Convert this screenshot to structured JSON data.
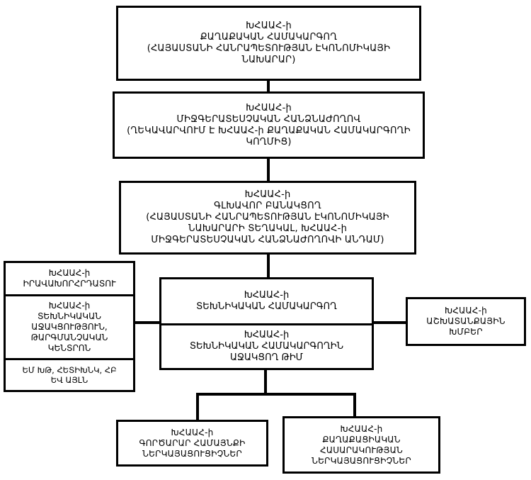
{
  "diagram": {
    "title": "ԽՀԱԱՀ կառուցվածք",
    "language": "hy",
    "line_color": "#000000",
    "box_fill": "#ffffff",
    "text_color": "#000000"
  },
  "nodes": {
    "political_coordinator": {
      "lines": [
        "ԽՀԱԱՀ-ի",
        "ՔԱՂԱՔԱԿԱՆ ՀԱՄԱԿԱՐԳՈՂ",
        "(ՀԱՅԱՍՏԱՆԻ ՀԱՆՐԱՊԵՏՈՒԹՅԱՆ ԷԿՈՆՈՄԻԿԱՅԻ",
        "ՆԱԽԱՐԱՐ)"
      ]
    },
    "interagency_commission": {
      "lines": [
        "ԽՀԱԱՀ-ի",
        "ՄԻՋԳԵՐԱՏԵՍՉԱԿԱՆ ՀԱՆՁՆԱԺՈՂՈՎ",
        "(ՂԵԿԱՎԱՐՎՈՒՄ Է ԽՀԱԱՀ-ի ՔԱՂԱՔԱԿԱՆ ՀԱՄԱԿԱՐԳՈՂԻ",
        "ԿՈՂՄԻՑ)"
      ]
    },
    "chief_negotiator": {
      "lines": [
        "ԽՀԱԱՀ-ի",
        "ԳԼԽԱՎՈՐ ԲԱՆԱԿՑՈՂ",
        "(ՀԱՅԱՍՏԱՆԻ ՀԱՆՐԱՊԵՏՈՒԹՅԱՆ ԷԿՈՆՈՄԻԿԱՅԻ",
        "ՆԱԽԱՐԱՐԻ ՏԵՂԱԿԱԼ, ԽՀԱԱՀ-ի",
        "ՄԻՋԳԵՐԱՏԵՍՉԱԿԱՆ ՀԱՆՁՆԱԺՈՂՈՎԻ ԱՆԴԱՄ)"
      ]
    },
    "legal_advisor": {
      "lines": [
        "ԽՀԱԱՀ-ի",
        "ԻՐԱՎԱԽՈՐՀՐԴԱՏՈՒ"
      ]
    },
    "technical_support_center": {
      "lines": [
        "ԽՀԱԱՀ-ի",
        "ՏԵԽՆԻԿԱԿԱՆ",
        "ԱՋԱԿՑՈՒԹՅՈՒՆ,",
        "ԹԱՐԳՄԱՆՉԱԿԱՆ",
        "ԿԵՆՏՐՈՆ"
      ]
    },
    "donors": {
      "lines": [
        "ԵՄ ԽԹ, ՀԵՏԻԽՆԿ, ՀԲ",
        "ԵՎ ԱՅԼՆ"
      ]
    },
    "technical_coordinator": {
      "lines": [
        "ԽՀԱԱՀ-ի",
        "ՏԵԽՆԻԿԱԿԱՆ ՀԱՄԱԿԱՐԳՈՂ"
      ]
    },
    "technical_support_team": {
      "lines": [
        "ԽՀԱԱՀ-ի",
        "ՏԵԽՆԻԿԱԿԱՆ ՀԱՄԱԿԱՐԳՈՂԻՆ",
        "ԱՋԱԿՑՈՂ ԹԻՄ"
      ]
    },
    "working_groups": {
      "lines": [
        "ԽՀԱԱՀ-ի",
        "ԱՇԽԱՏԱՆՔԱՅԻՆ",
        "ԽՄԲԵՐ"
      ]
    },
    "business_community": {
      "lines": [
        "ԽՀԱԱՀ-ի",
        "ԳՈՐԾԱՐԱՐ ՀԱՄԱՅՆՔԻ",
        "ՆԵՐԿԱՅԱՑՈՒՑԻՉՆԵՐ"
      ]
    },
    "civil_society": {
      "lines": [
        "ԽՀԱԱՀ-ի",
        "ՔԱՂԱՔԱՑԻԱԿԱՆ",
        "ՀԱՍԱՐԱԿՈՒԹՅԱՆ",
        "ՆԵՐԿԱՅԱՑՈՒՑԻՉՆԵՐ"
      ]
    }
  }
}
